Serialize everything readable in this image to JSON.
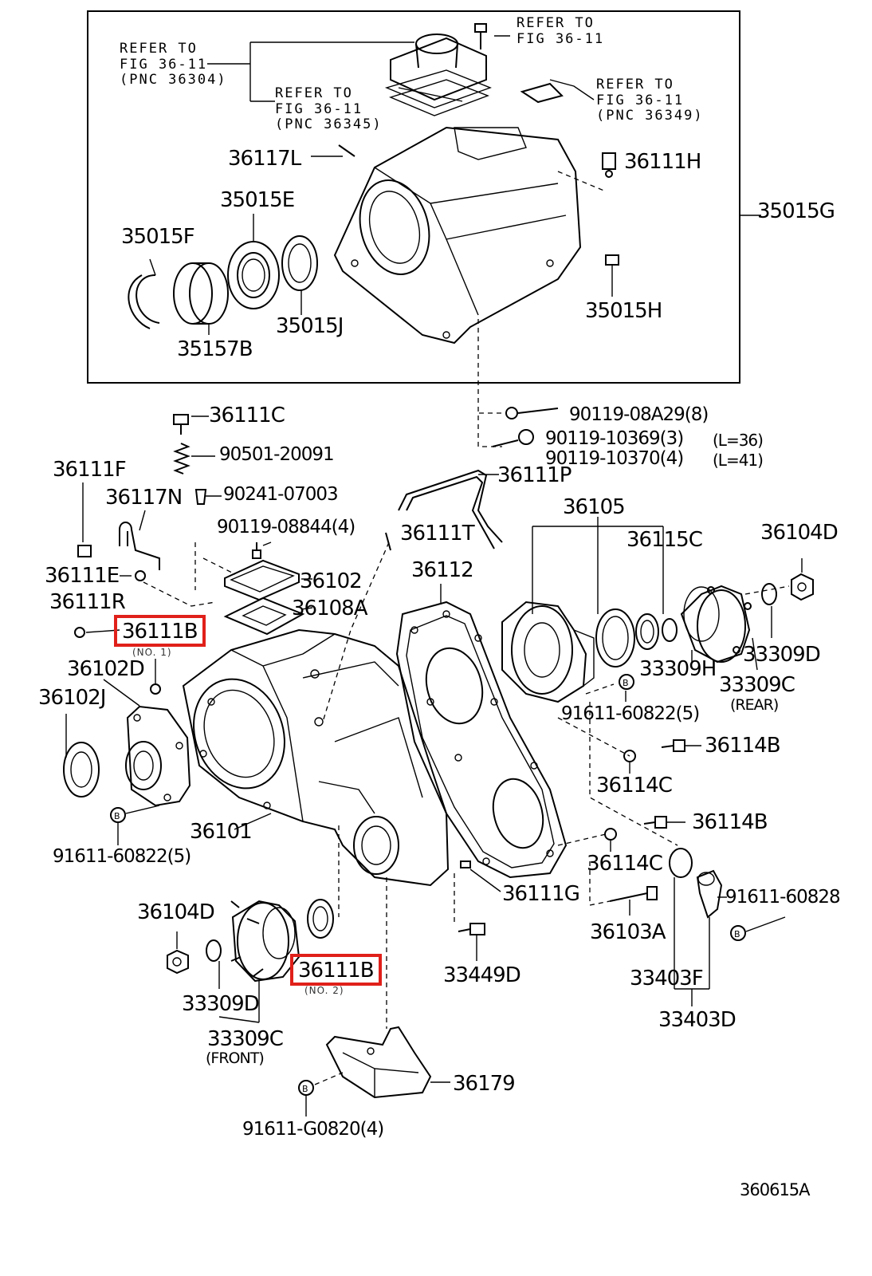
{
  "figure_code": "360615A",
  "refs": {
    "r1": "REFER TO\nFIG 36-11\n(PNC 36304)",
    "r2": "REFER TO\nFIG 36-11\n(PNC 36345)",
    "r3": "REFER TO\nFIG 36-11",
    "r4": "REFER TO\nFIG 36-11\n(PNC 36349)"
  },
  "parts": {
    "p36117L": "36117L",
    "p36111H": "36111H",
    "p35015G": "35015G",
    "p35015E": "35015E",
    "p35015F": "35015F",
    "p35015J": "35015J",
    "p35157B": "35157B",
    "p35015H": "35015H",
    "p36111C": "36111C",
    "p90501": "90501-20091",
    "p90241": "90241-07003",
    "p90119_08844": "90119-08844(4)",
    "p90119_08A29": "90119-08A29(8)",
    "p90119_10369": "90119-10369(3)",
    "p90119_10370": "90119-10370(4)",
    "pL36": "(L=36)",
    "pL41": "(L=41)",
    "p36111F": "36111F",
    "p36117N": "36117N",
    "p36111P": "36111P",
    "p36111T": "36111T",
    "p36105": "36105",
    "p36104D_r": "36104D",
    "p36115C": "36115C",
    "p36111E": "36111E",
    "p36102": "36102",
    "p36112": "36112",
    "p36111R": "36111R",
    "p36108A": "36108A",
    "p36111B_1": "36111B",
    "p36111B_1_note": "(NO. 1)",
    "p33309D_r": "33309D",
    "p33309H": "33309H",
    "p33309C_r": "33309C",
    "p_rear": "(REAR)",
    "p36102D": "36102D",
    "p36102J": "36102J",
    "p91611_60822_r": "91611-60822(5)",
    "p36114B_1": "36114B",
    "p36114C_1": "36114C",
    "p36101": "36101",
    "p91611_60822_l": "91611-60822(5)",
    "p36114B_2": "36114B",
    "p36114C_2": "36114C",
    "p36111G": "36111G",
    "p91611_60828": "91611-60828",
    "p36104D_l": "36104D",
    "p36103A": "36103A",
    "p36111B_2": "36111B",
    "p36111B_2_note": "(NO. 2)",
    "p33449D": "33449D",
    "p33403F": "33403F",
    "p33309D_l": "33309D",
    "p33403D": "33403D",
    "p33309C_l": "33309C",
    "p_front": "(FRONT)",
    "p36179": "36179",
    "p91611_G0820": "91611-G0820(4)"
  },
  "highlight_color": "#e0201a",
  "icons": [
    "bolt-icon",
    "nut-icon",
    "seal-ring-icon",
    "b-circle-icon"
  ]
}
